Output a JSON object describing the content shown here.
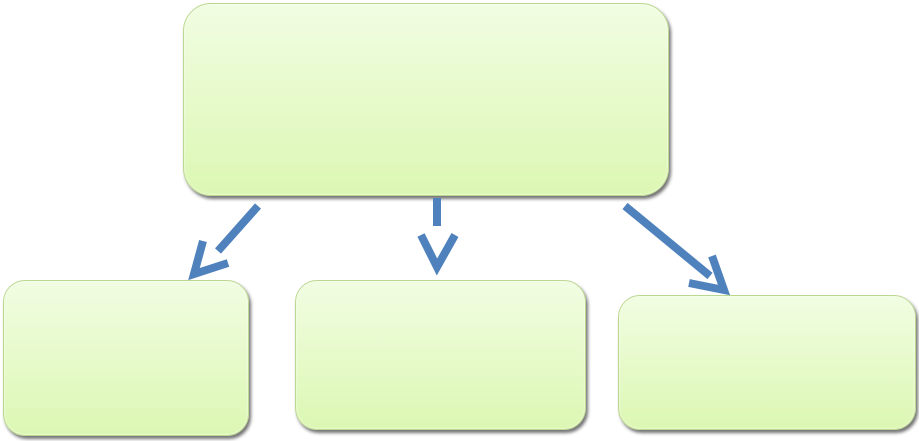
{
  "diagram": {
    "nodes": [
      {
        "id": "top",
        "label": ""
      },
      {
        "id": "left",
        "label": ""
      },
      {
        "id": "middle",
        "label": ""
      },
      {
        "id": "right",
        "label": ""
      }
    ],
    "edges": [
      {
        "from": "top",
        "to": "left"
      },
      {
        "from": "top",
        "to": "middle"
      },
      {
        "from": "top",
        "to": "right"
      }
    ],
    "colors": {
      "node_fill": "#e6f9c8",
      "node_border": "#bcd88f",
      "arrow": "#4f81bd"
    }
  }
}
